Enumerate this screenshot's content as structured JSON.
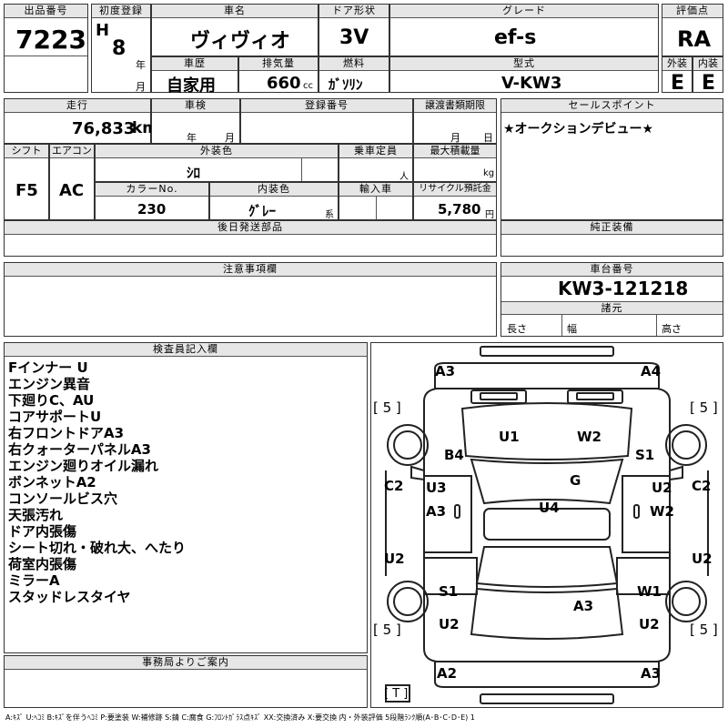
{
  "lot": {
    "label": "出品番号",
    "value": "7223"
  },
  "first_reg": {
    "label": "初度登録",
    "era": "H",
    "year": "8",
    "year_unit": "年",
    "month_unit": "月"
  },
  "car_name": {
    "label": "車名",
    "value": "ヴィヴィオ"
  },
  "door": {
    "label": "ドア形状",
    "value": "3V"
  },
  "grade": {
    "label": "グレード",
    "value": "ef-s"
  },
  "score": {
    "label": "評価点",
    "value": "RA"
  },
  "history": {
    "label": "車歴",
    "value": "自家用"
  },
  "displacement": {
    "label": "排気量",
    "value": "660",
    "unit": "cc"
  },
  "fuel": {
    "label": "燃料",
    "value": "ｶﾞｿﾘﾝ"
  },
  "model": {
    "label": "型式",
    "value": "V-KW3"
  },
  "ext_grade": {
    "label": "外装",
    "value": "E"
  },
  "int_grade": {
    "label": "内装",
    "value": "E"
  },
  "mileage": {
    "label": "走行",
    "value": "76,833",
    "unit": "km"
  },
  "inspection": {
    "label": "車検",
    "year_unit": "年",
    "month_unit": "月"
  },
  "registration": {
    "label": "登録番号"
  },
  "transfer": {
    "label": "譲渡書類期限",
    "month_unit": "月",
    "day_unit": "日"
  },
  "sales_point": {
    "label": "セールスポイント",
    "value": "★オークションデビュー★"
  },
  "shift": {
    "label": "シフト",
    "value": "F5"
  },
  "aircon": {
    "label": "エアコン",
    "value": "AC"
  },
  "ext_color": {
    "label": "外装色",
    "value": "ｼﾛ"
  },
  "capacity": {
    "label": "乗車定員",
    "unit": "人"
  },
  "max_load": {
    "label": "最大積載量",
    "unit": "kg"
  },
  "color_no": {
    "label": "カラーNo.",
    "value": "230"
  },
  "int_color": {
    "label": "内装色",
    "value": "ｸﾞﾚｰ",
    "suffix": "系"
  },
  "import": {
    "label": "輸入車"
  },
  "recycle": {
    "label": "リサイクル預託金",
    "value": "5,780",
    "unit": "円"
  },
  "later_parts": {
    "label": "後日発送部品"
  },
  "equipment": {
    "label": "純正装備"
  },
  "notes": {
    "label": "注意事項欄"
  },
  "chassis": {
    "label": "車台番号",
    "value": "KW3-121218"
  },
  "specs": {
    "label": "諸元",
    "length": "長さ",
    "width": "幅",
    "height": "高さ"
  },
  "inspector": {
    "label": "検査員記入欄",
    "items": [
      "Fインナー U",
      "エンジン異音",
      "下廻りC、AU",
      "コアサポートU",
      "右フロントドアA3",
      "右クォーターパネルA3",
      "エンジン廻りオイル漏れ",
      "ボンネットA2",
      "コンソールビス穴",
      "天張汚れ",
      "ドア内張傷",
      "シート切れ・破れ大、へたり",
      "荷室内張傷",
      "ミラーA",
      "スタッドレスタイヤ"
    ]
  },
  "office": {
    "label": "事務局よりご案内"
  },
  "diagram": {
    "A3_tl": "A3",
    "A4_tr": "A4",
    "tire_fl": "[ 5 ]",
    "tire_fr": "[ 5 ]",
    "tire_rl": "[ 5 ]",
    "tire_rr": "[ 5 ]",
    "U1": "U1",
    "W2_top": "W2",
    "B4": "B4",
    "S1_r": "S1",
    "C2_l": "C2",
    "C2_r": "C2",
    "U3": "U3",
    "A3_l": "A3",
    "G": "G",
    "U2_r1": "U2",
    "W2_r": "W2",
    "U4": "U4",
    "U2_l": "U2",
    "U2_r2": "U2",
    "S1_l": "S1",
    "W1": "W1",
    "A3_bot": "A3",
    "U2_bl": "U2",
    "U2_br": "U2",
    "A2": "A2",
    "A3_br": "A3",
    "T": "[ T ]"
  },
  "legend": "A:ｷｽﾞ U:ﾍｺﾐ B:ｷｽﾞを伴うﾍｺﾐ P:要塗装 W:補修跡 S:錆 C:腐食 G:ﾌﾛﾝﾄｶﾞﾗｽ点ｷｽﾞ XX:交換済み X:要交換 内・外装評価 5段階ﾗﾝｸ順(A･B･C･D･E) 1"
}
